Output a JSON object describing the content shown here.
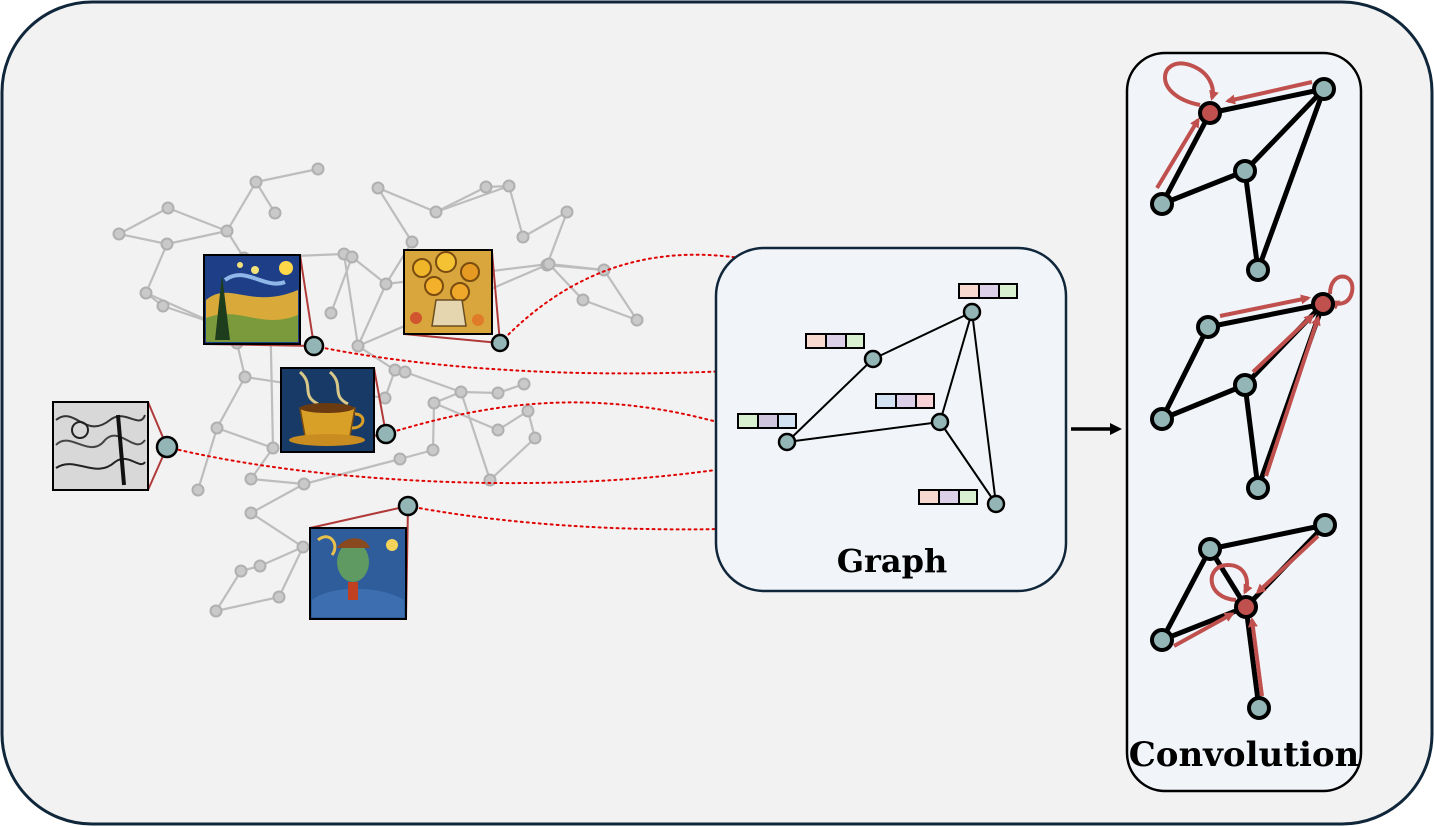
{
  "labels": {
    "graph_title": "Graph",
    "convolution_title": "Convolution"
  },
  "artworks": [
    {
      "id": "starry-night",
      "icon": "swirling-night-sky-painting"
    },
    {
      "id": "sunflowers",
      "icon": "sunflower-vase-painting"
    },
    {
      "id": "coffee-cup",
      "icon": "swirling-coffee-cup-painting"
    },
    {
      "id": "engraving",
      "icon": "black-white-engraving"
    },
    {
      "id": "portrait",
      "icon": "expressionist-portrait-painting"
    }
  ],
  "colors": {
    "outer_panel_bg": "#f2f2f2",
    "outer_panel_border": "#10263a",
    "inner_panel_bg": "#f1f5f9",
    "node_fill": "#93b5b5",
    "highlight_node": "#c0504d",
    "grey_graph": "#c2c2c2",
    "dotted_link": "#e00000"
  }
}
